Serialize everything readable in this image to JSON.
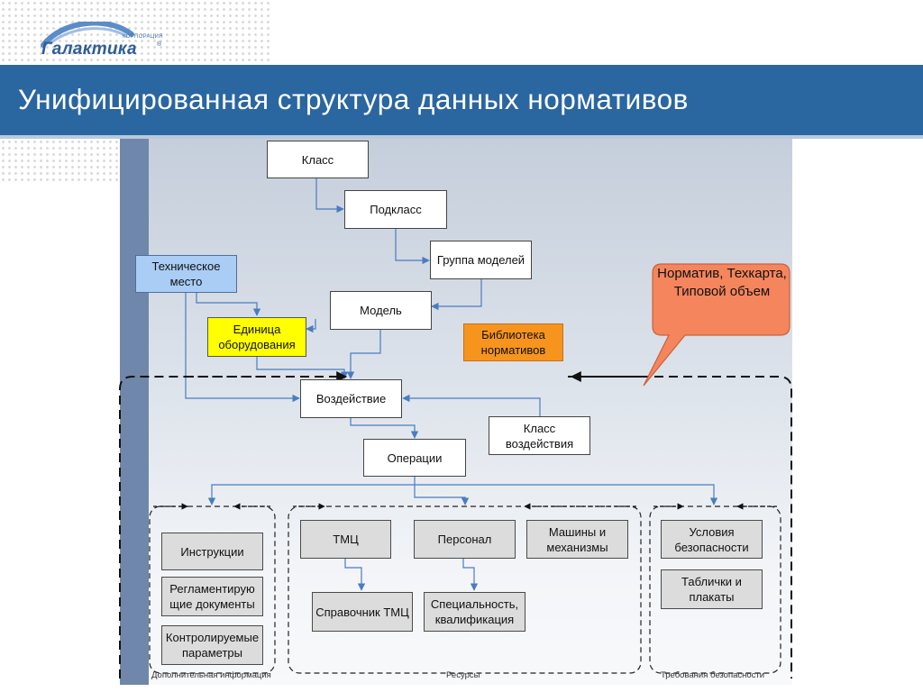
{
  "logo": {
    "corp_label": "КОРПОРАЦИЯ",
    "name": "Галактика",
    "reg_mark": "®",
    "colors": {
      "brand": "#2e5d97"
    }
  },
  "header": {
    "title": "Унифицированная структура данных нормативов",
    "bar_color": "#2a669f"
  },
  "diagram": {
    "nodes": {
      "klass": "Класс",
      "podklass": "Подкласс",
      "gruppa_modeley": "Группа моделей",
      "tekhnicheskoe_mesto": "Техническое место",
      "model": "Модель",
      "edinitsa_oborudovaniya": "Единица оборудования",
      "biblioteka_normativov": "Библиотека нормативов",
      "vozdeystvie": "Воздействие",
      "klass_vozdeystviya": "Класс воздействия",
      "operatsii": "Операции",
      "instruktsii": "Инструкции",
      "reglament_docs": "Регламентирую щие документы",
      "kontrol_params": "Контролируемые параметры",
      "tmts": "ТМЦ",
      "personal": "Персонал",
      "mashiny": "Машины и механизмы",
      "spravochnik_tmts": "Справочник ТМЦ",
      "spetsialnost": "Специальность, квалификация",
      "usloviya_bezopasnosti": "Условия безопасности",
      "tablichki": "Таблички и плакаты"
    },
    "callout": "Норматив, Техкарта, Типовой объем",
    "groups": {
      "dop_info": "Дополнительная информация",
      "resursy": "Ресурсы",
      "trebovaniya": "Требования безопасности"
    },
    "colors": {
      "connector": "#4a7cc0",
      "tech_place": "#a9cdf5",
      "equipment_unit": "#ffff00",
      "library": "#f7941e",
      "callout": "#f4855d",
      "grey_box": "#dcdcdc"
    }
  }
}
